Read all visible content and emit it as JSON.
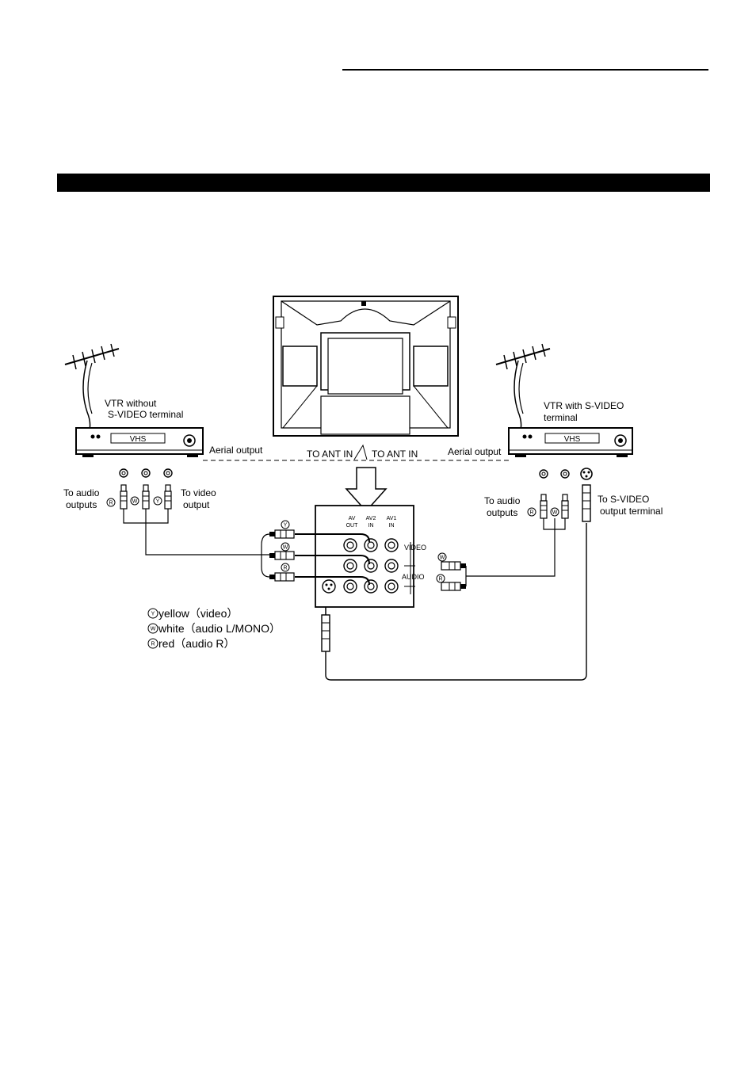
{
  "labels": {
    "vtr_left": [
      "VTR without",
      "S-VIDEO terminal"
    ],
    "vtr_right": [
      "VTR with S-VIDEO",
      "terminal"
    ],
    "vhs": "VHS",
    "aerial_output": "Aerial output",
    "to_ant_in": "TO ANT IN",
    "to_audio_outputs": [
      "To audio",
      "outputs"
    ],
    "to_video_output": [
      "To video",
      "output"
    ],
    "to_svideo_output": [
      "To S-VIDEO",
      "output terminal"
    ],
    "panel_cols": [
      [
        "AV",
        "OUT"
      ],
      [
        "AV2",
        "IN"
      ],
      [
        "AV1",
        "IN"
      ]
    ],
    "video": "VIDEO",
    "audio": "AUDIO",
    "plug_y": "Y",
    "plug_w": "W",
    "plug_r": "R"
  },
  "legend": [
    {
      "mark": "Y",
      "text": "yellow（video）"
    },
    {
      "mark": "W",
      "text": "white（audio L/MONO）"
    },
    {
      "mark": "R",
      "text": "red（audio R）"
    }
  ]
}
